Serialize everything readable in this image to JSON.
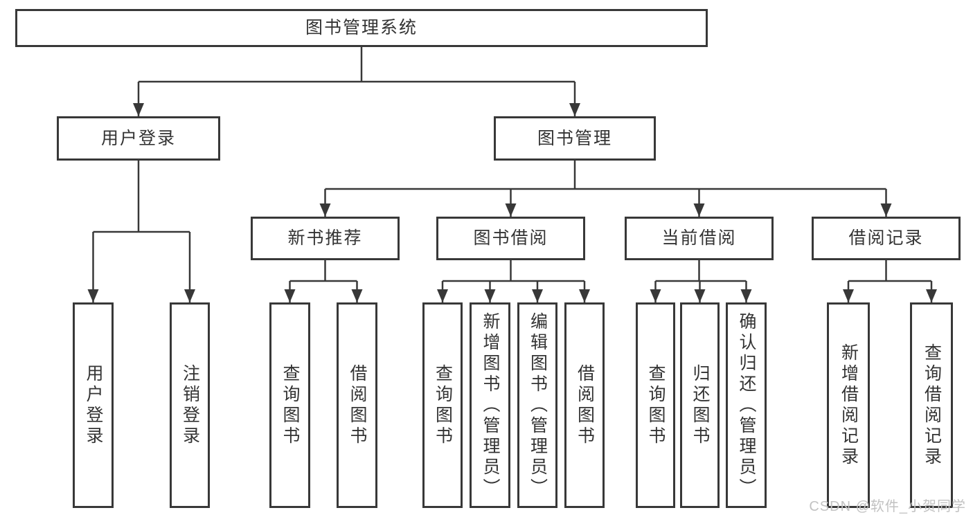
{
  "diagram": {
    "title": "图书管理系统",
    "root": {
      "label": "图书管理系统"
    },
    "level2": [
      {
        "label": "用户登录"
      },
      {
        "label": "图书管理"
      }
    ],
    "level3": [
      {
        "label": "新书推荐",
        "parent": "图书管理"
      },
      {
        "label": "图书借阅",
        "parent": "图书管理"
      },
      {
        "label": "当前借阅",
        "parent": "图书管理"
      },
      {
        "label": "借阅记录",
        "parent": "图书管理"
      }
    ],
    "leaves": [
      {
        "label": "用户登录",
        "parent": "用户登录"
      },
      {
        "label": "注销登录",
        "parent": "用户登录"
      },
      {
        "label": "查询图书",
        "parent": "新书推荐"
      },
      {
        "label": "借阅图书",
        "parent": "新书推荐"
      },
      {
        "label": "查询图书",
        "parent": "图书借阅"
      },
      {
        "label": "新增图书（管理员）",
        "parent": "图书借阅"
      },
      {
        "label": "编辑图书（管理员）",
        "parent": "图书借阅"
      },
      {
        "label": "借阅图书",
        "parent": "图书借阅"
      },
      {
        "label": "查询图书",
        "parent": "当前借阅"
      },
      {
        "label": "归还图书",
        "parent": "当前借阅"
      },
      {
        "label": "确认归还（管理员）",
        "parent": "当前借阅"
      },
      {
        "label": "新增借阅记录",
        "parent": "借阅记录"
      },
      {
        "label": "查询借阅记录",
        "parent": "借阅记录"
      }
    ]
  },
  "watermark": {
    "text": "CSDN @软件_小贺同学"
  },
  "colors": {
    "line": "#383838",
    "text": "#333333",
    "watermark": "#c2c2c2",
    "background": "#ffffff"
  }
}
